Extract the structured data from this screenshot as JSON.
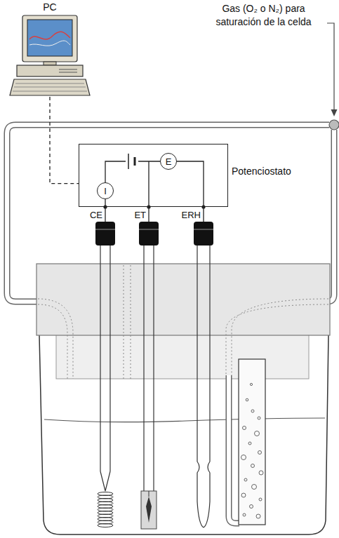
{
  "diagram": {
    "nodes": [
      {
        "text": [
          "PC"
        ]
      },
      {
        "text": [
          "Potenciostato"
        ]
      },
      {
        "text": [
          "I"
        ],
        "in": 1
      },
      {
        "text": [
          "E"
        ],
        "in": 1
      }
    ],
    "edges": [
      {
        "from": 0,
        "to": 1,
        "arrow": "none"
      },
      {
        "from": 2,
        "to": 3,
        "arrow": "none"
      }
    ],
    "labels": [
      "Gas (O₂ o N₂) para saturación de la celda",
      "CE",
      "ET",
      "ERH"
    ]
  }
}
